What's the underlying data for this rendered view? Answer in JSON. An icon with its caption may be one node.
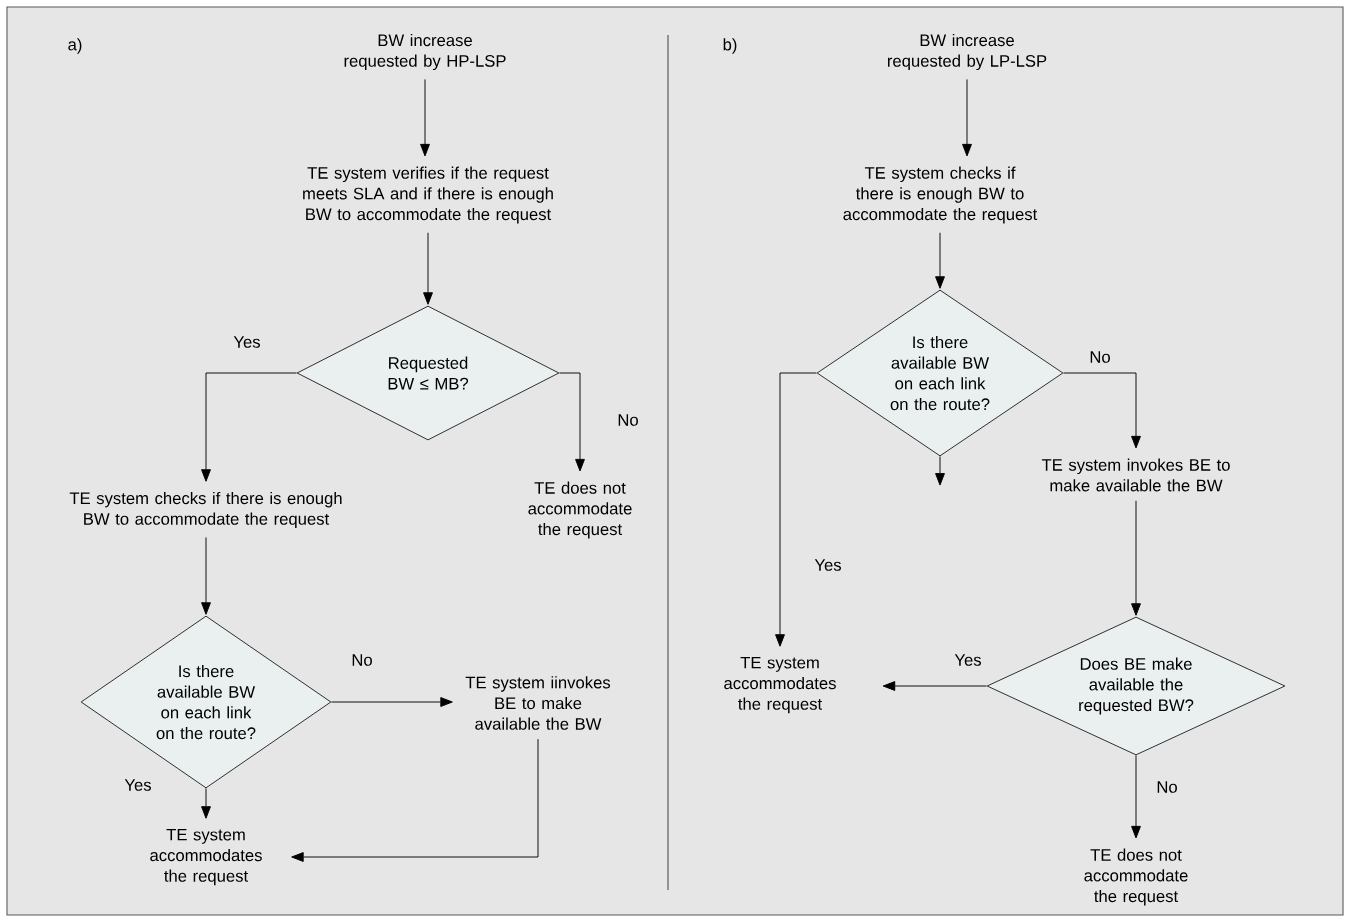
{
  "diagram": {
    "nodes": [
      {
        "text": [
          "BW increase requested by HP-LSP"
        ]
      },
      {
        "text": [
          "TE system verifies if the request meets SLA and if there is enough BW to accommodate the request"
        ]
      },
      {
        "text": [
          "Requested BW ≤ MB?"
        ]
      },
      {
        "text": [
          "TE system checks if there is enough BW to accommodate the request"
        ]
      },
      {
        "text": [
          "TE does not accommodate the request"
        ]
      },
      {
        "text": [
          "Is there available BW on each link on the route?"
        ]
      },
      {
        "text": [
          "TE system iinvokes BE to make available the BW"
        ]
      },
      {
        "text": [
          "TE system accommodates the request"
        ]
      },
      {
        "text": [
          "BW increase requested by LP-LSP"
        ]
      },
      {
        "text": [
          "TE system checks if there is enough BW to accommodate the request"
        ]
      },
      {
        "text": [
          "Is there available BW on each link on the route?"
        ]
      },
      {
        "text": [
          "TE system invokes BE to make available the BW"
        ]
      },
      {
        "text": [
          "TE system accommodates the request"
        ]
      },
      {
        "text": [
          "Does BE make available the requested BW?"
        ]
      },
      {
        "text": [
          "TE does not accommodate the request"
        ]
      }
    ],
    "edges": [
      {
        "from": 0,
        "to": 1,
        "arrow": "to"
      },
      {
        "from": 1,
        "to": 2,
        "arrow": "to"
      },
      {
        "from": 2,
        "to": 3,
        "arrow": "to",
        "label": "Yes"
      },
      {
        "from": 2,
        "to": 4,
        "arrow": "to",
        "label": "No"
      },
      {
        "from": 3,
        "to": 5,
        "arrow": "to"
      },
      {
        "from": 5,
        "to": 6,
        "arrow": "to",
        "label": "No"
      },
      {
        "from": 5,
        "to": 7,
        "arrow": "to",
        "label": "Yes"
      },
      {
        "from": 6,
        "to": 7,
        "arrow": "to"
      },
      {
        "from": 8,
        "to": 9,
        "arrow": "to"
      },
      {
        "from": 9,
        "to": 10,
        "arrow": "to"
      },
      {
        "from": 10,
        "to": 12,
        "arrow": "to",
        "label": "Yes"
      },
      {
        "from": 10,
        "to": 11,
        "arrow": "to",
        "label": "No"
      },
      {
        "from": 10,
        "to": null,
        "arrow": "to"
      },
      {
        "from": 11,
        "to": 13,
        "arrow": "to"
      },
      {
        "from": 13,
        "to": 12,
        "arrow": "to",
        "label": "Yes"
      },
      {
        "from": 13,
        "to": 14,
        "arrow": "to",
        "label": "No"
      }
    ],
    "labels": [
      "a)",
      "b)"
    ]
  }
}
